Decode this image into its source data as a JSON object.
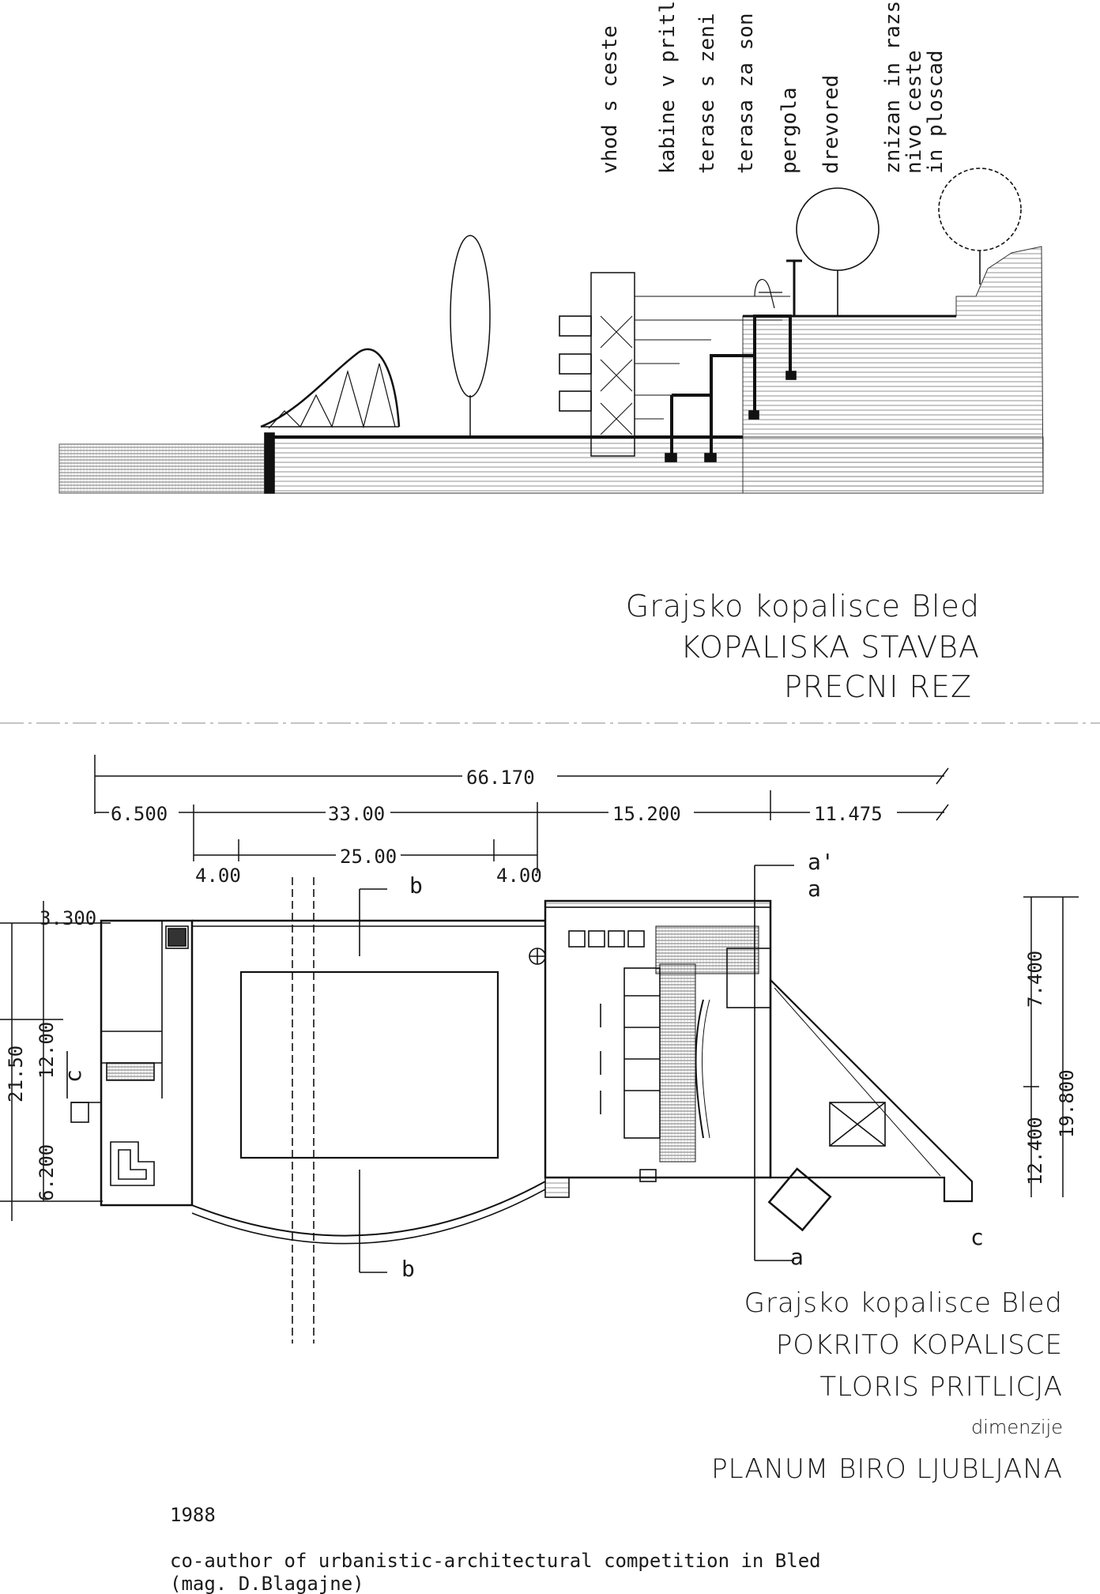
{
  "section_drawing": {
    "vertical_labels": [
      "vhod s ceste",
      "kabine v pritli",
      "terase s zeni",
      "terasa za son",
      "pergola",
      "drevored",
      "znizan in razs",
      "nivo ceste",
      "in ploscad"
    ],
    "title_lines": [
      "Grajsko kopalisce Bled",
      "KOPALISKA STAVBA",
      "PRECNI REZ"
    ]
  },
  "plan_drawing": {
    "dimensions_top": {
      "overall": "66.170",
      "row2": [
        "6.500",
        "33.00",
        "15.200",
        "11.475"
      ],
      "row3": [
        "4.00",
        "25.00",
        "4.00"
      ]
    },
    "dimensions_left": [
      "3.300",
      "21.50",
      "12.00",
      "6.200"
    ],
    "dimensions_right": [
      "7.400",
      "19.800",
      "12.400"
    ],
    "section_markers": [
      "a",
      "a'",
      "a",
      "b",
      "b",
      "c",
      "c"
    ],
    "title_lines": [
      "Grajsko kopalisce Bled",
      "POKRITO KOPALISCE",
      "TLORIS PRITLICJA",
      "dimenzije",
      "PLANUM BIRO LJUBLJANA"
    ]
  },
  "footer": {
    "year": "1988",
    "line1": "co-author of urbanistic-architectural competition in Bled",
    "line2": "(mag. D.Blagajne)"
  }
}
